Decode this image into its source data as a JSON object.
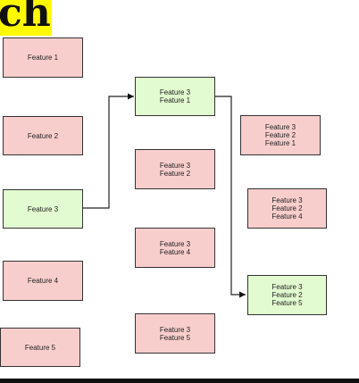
{
  "title": "ch",
  "nodes": [
    {
      "id": "n1",
      "lines": [
        "Feature 1"
      ],
      "color": "#f8cecc"
    },
    {
      "id": "n2",
      "lines": [
        "Feature 2"
      ],
      "color": "#f8cecc"
    },
    {
      "id": "n3",
      "lines": [
        "Feature 3"
      ],
      "color": "#e2fbd0"
    },
    {
      "id": "n4",
      "lines": [
        "Feature 4"
      ],
      "color": "#f8cecc"
    },
    {
      "id": "n5",
      "lines": [
        "Feature 5"
      ],
      "color": "#f8cecc"
    },
    {
      "id": "n31",
      "lines": [
        "Feature 3",
        "Feature 1"
      ],
      "color": "#e2fbd0"
    },
    {
      "id": "n32",
      "lines": [
        "Feature 3",
        "Feature 2"
      ],
      "color": "#f8cecc"
    },
    {
      "id": "n34",
      "lines": [
        "Feature 3",
        "Feature 4"
      ],
      "color": "#f8cecc"
    },
    {
      "id": "n35",
      "lines": [
        "Feature 3",
        "Feature 5"
      ],
      "color": "#f8cecc"
    },
    {
      "id": "n321",
      "lines": [
        "Feature 3",
        "Feature 2",
        "Feature 1"
      ],
      "color": "#f8cecc"
    },
    {
      "id": "n324",
      "lines": [
        "Feature 3",
        "Feature 2",
        "Feature 4"
      ],
      "color": "#f8cecc"
    },
    {
      "id": "n325",
      "lines": [
        "Feature 3",
        "Feature 2",
        "Feature 5"
      ],
      "color": "#e2fbd0"
    }
  ],
  "edges": [
    {
      "from": "n3",
      "to": "n31"
    },
    {
      "from": "n31",
      "to": "n325"
    }
  ]
}
